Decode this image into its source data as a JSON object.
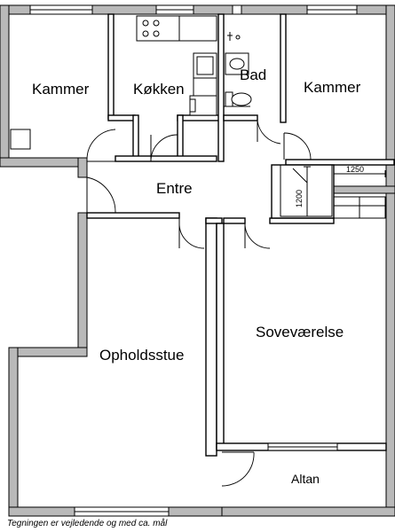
{
  "rooms": {
    "kammer_left": "Kammer",
    "kokken": "Køkken",
    "bad": "Bad",
    "kammer_right": "Kammer",
    "entre": "Entre",
    "opholdsstue": "Opholdsstue",
    "sovevaerelse": "Soveværelse",
    "altan": "Altan"
  },
  "dimensions": {
    "width_label": "1250",
    "height_label": "1200"
  },
  "caption": "Tegningen er vejledende og med ca. mål",
  "colors": {
    "wall_gray": "#b9b9b9",
    "line": "#000000",
    "background": "#ffffff"
  }
}
